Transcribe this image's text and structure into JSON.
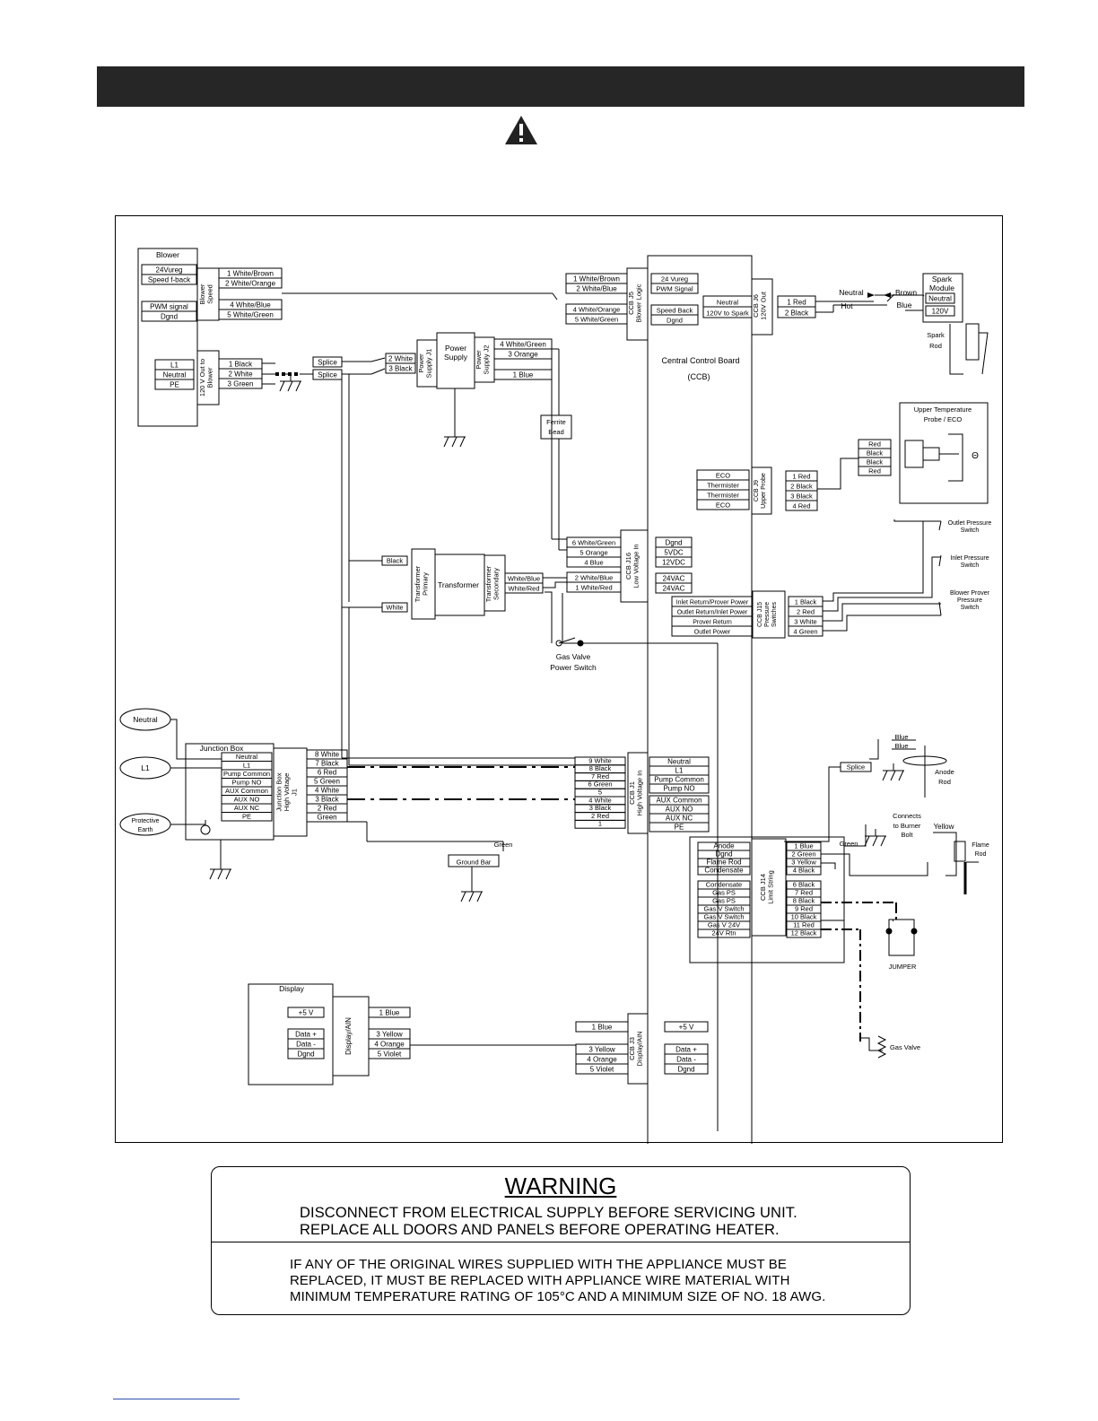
{
  "colors": {
    "title_bar": "#262626",
    "lines": "#000000"
  },
  "icons": {
    "warning": "warning-triangle-icon"
  },
  "diagram": {
    "blower": {
      "title": "Blower",
      "labels": [
        "24Vureg",
        "Speed f-back",
        "PWM signal",
        "Dgnd"
      ],
      "speed_block": "Blower Speed",
      "speed_wires": [
        "1 White/Brown",
        "2 White/Orange",
        "4 White/Blue",
        "5 White/Green"
      ],
      "power_labels": [
        "L1",
        "Neutral",
        "PE"
      ],
      "power_block": "120 V Out to Blower",
      "power_wires": [
        "1 Black",
        "2 White",
        "3 Green"
      ]
    },
    "splice": [
      "Splice",
      "Splice"
    ],
    "power_supply": {
      "j1_wires": [
        "2 White",
        "3 Black"
      ],
      "j1": "Power Supply J1",
      "body": "Power Supply",
      "j2": "Power Supply J2",
      "j2_wires": [
        "4 White/Green",
        "3 Orange",
        "1 Blue"
      ]
    },
    "ferrite_bead": "Ferrite Bead",
    "ccb_j5": {
      "wires": [
        "1 White/Brown",
        "2 White/Blue",
        "4 White/Orange",
        "5 White/Green"
      ],
      "name": "CCB J5 Blower Logic",
      "signals": [
        "24 Vureg",
        "PWM Signal",
        "Speed Back",
        "Dgnd"
      ]
    },
    "ccb_j6": {
      "signals": [
        "Neutral",
        "120V to Spark"
      ],
      "name": "CCB J6 120V Out",
      "wires": [
        "1 Red",
        "2 Black"
      ]
    },
    "spark": {
      "neutral": "Neutral",
      "hot": "Hot",
      "brown": "Brown",
      "blue": "Blue",
      "module": "Spark Module",
      "module_labels": [
        "Neutral",
        "120V"
      ],
      "rod": "Spark Rod"
    },
    "ccb_title": "Central Control Board",
    "ccb_abbr": "(CCB)",
    "upper_probe": {
      "title": "Upper Temperature Probe / ECO",
      "probe_wires": [
        "Red",
        "Black",
        "Black",
        "Red"
      ],
      "signals": [
        "ECO",
        "Thermister",
        "Thermister",
        "ECO"
      ],
      "name": "CCB J9 Upper Probe",
      "wires": [
        "1 Red",
        "2 Black",
        "3 Black",
        "4 Red"
      ],
      "theta": "Θ"
    },
    "ccb_j16": {
      "wires": [
        "6 White/Green",
        "5 Orange",
        "4 Blue"
      ],
      "name": "CCB J16 Low Voltage In",
      "signals": [
        "Dgnd",
        "5VDC",
        "12VDC"
      ],
      "wires_ac": [
        "2 White/Blue",
        "1 White/Red"
      ],
      "signals_ac": [
        "24VAC",
        "24VAC"
      ]
    },
    "transformer": {
      "black": "Black",
      "white": "White",
      "primary": "Transformer Primary",
      "body": "Transformer",
      "secondary": "Transformer Secondary",
      "sec_wires": [
        "White/Blue",
        "White/Red"
      ]
    },
    "gas_valve_switch": [
      "Gas Valve",
      "Power Switch"
    ],
    "ccb_j15": {
      "signals": [
        "Inlet Return/Prover Power",
        "Outlet Return/Inlet Power",
        "Prover Return",
        "Outlet Power"
      ],
      "name": "CCB J15 Pressure Switches",
      "wires": [
        "1 Black",
        "2 Red",
        "3 White",
        "4 Green"
      ]
    },
    "pressure_switches": {
      "outlet": [
        "Outlet Pressure",
        "Switch"
      ],
      "inlet": [
        "Inlet Pressure",
        "Switch"
      ],
      "blower": [
        "Blower Prover",
        "Pressure",
        "Switch"
      ]
    },
    "junction": {
      "neutral": "Neutral",
      "l1": "L1",
      "earth": [
        "Protective",
        "Earth"
      ],
      "box_title": "Junction Box",
      "box_labels": [
        "Neutral",
        "L1",
        "Pump Common",
        "Pump NO",
        "AUX Common",
        "AUX NO",
        "AUX NC",
        "PE"
      ],
      "hv_block": "Junction Box High Voltage J1",
      "wires": [
        "8 White",
        "7 Black",
        "6 Red",
        "5 Green",
        "4 White",
        "3 Black",
        "2 Red",
        "Green"
      ]
    },
    "ccb_j1": {
      "wires": [
        "9 White",
        "8 Black",
        "7 Red",
        "6 Green",
        "5",
        "4 White",
        "3 Black",
        "2 Red",
        "1"
      ],
      "name": "CCB J1 High Voltage In",
      "signals": [
        "Neutral",
        "L1",
        "Pump Common",
        "Pump NO",
        "AUX Common",
        "AUX NO",
        "AUX NC",
        "PE"
      ]
    },
    "ground": {
      "green": "Green",
      "bar": "Ground Bar"
    },
    "anode": {
      "blue1": "Blue",
      "blue2": "Blue",
      "splice": "Splice",
      "rod": [
        "Anode",
        "Rod"
      ],
      "burner": [
        "Connects",
        "to Burner",
        "Bolt"
      ],
      "green": "Green",
      "yellow": "Yellow",
      "flame": [
        "Flame",
        "Rod"
      ]
    },
    "ccb_j14": {
      "signals": [
        "Anode",
        "Dgnd",
        "Flame Rod",
        "Condensate",
        "Condensate",
        "Gas PS",
        "Gas PS",
        "Gas V Switch",
        "Gas V Switch",
        "Gas V 24V",
        "24V Rtn"
      ],
      "name": "CCB J14 Limit String",
      "wires": [
        "1 Blue",
        "2 Green",
        "3 Yellow",
        "4 Black",
        "6 Black",
        "7 Red",
        "8 Black",
        "9 Red",
        "10 Black",
        "11 Red",
        "12 Black"
      ]
    },
    "jumper": "JUMPER",
    "gas_valve": "Gas Valve",
    "display": {
      "title": "Display",
      "labels": [
        "+5 V",
        "Data +",
        "Data -",
        "Dgnd"
      ],
      "block": "Display/AIN",
      "wires": [
        "1 Blue",
        "3 Yellow",
        "4 Orange",
        "5 Violet"
      ]
    },
    "ccb_j3": {
      "wires": [
        "1 Blue",
        "3 Yellow",
        "4 Orange",
        "5 Violet"
      ],
      "name": "CCB J3 Display/AIN",
      "signals": [
        "+5 V",
        "Data +",
        "Data -",
        "Dgnd"
      ]
    }
  },
  "warning": {
    "title": "WARNING",
    "line1": "DISCONNECT FROM ELECTRICAL SUPPLY BEFORE SERVICING UNIT.",
    "line2": "REPLACE ALL DOORS AND PANELS BEFORE OPERATING HEATER.",
    "para1": "IF ANY OF THE ORIGINAL WIRES SUPPLIED WITH THE APPLIANCE MUST BE",
    "para2": "REPLACED, IT MUST BE REPLACED WITH APPLIANCE WIRE MATERIAL WITH",
    "para3": "MINIMUM TEMPERATURE RATING OF 105°C AND A MINIMUM SIZE OF NO. 18 AWG."
  }
}
